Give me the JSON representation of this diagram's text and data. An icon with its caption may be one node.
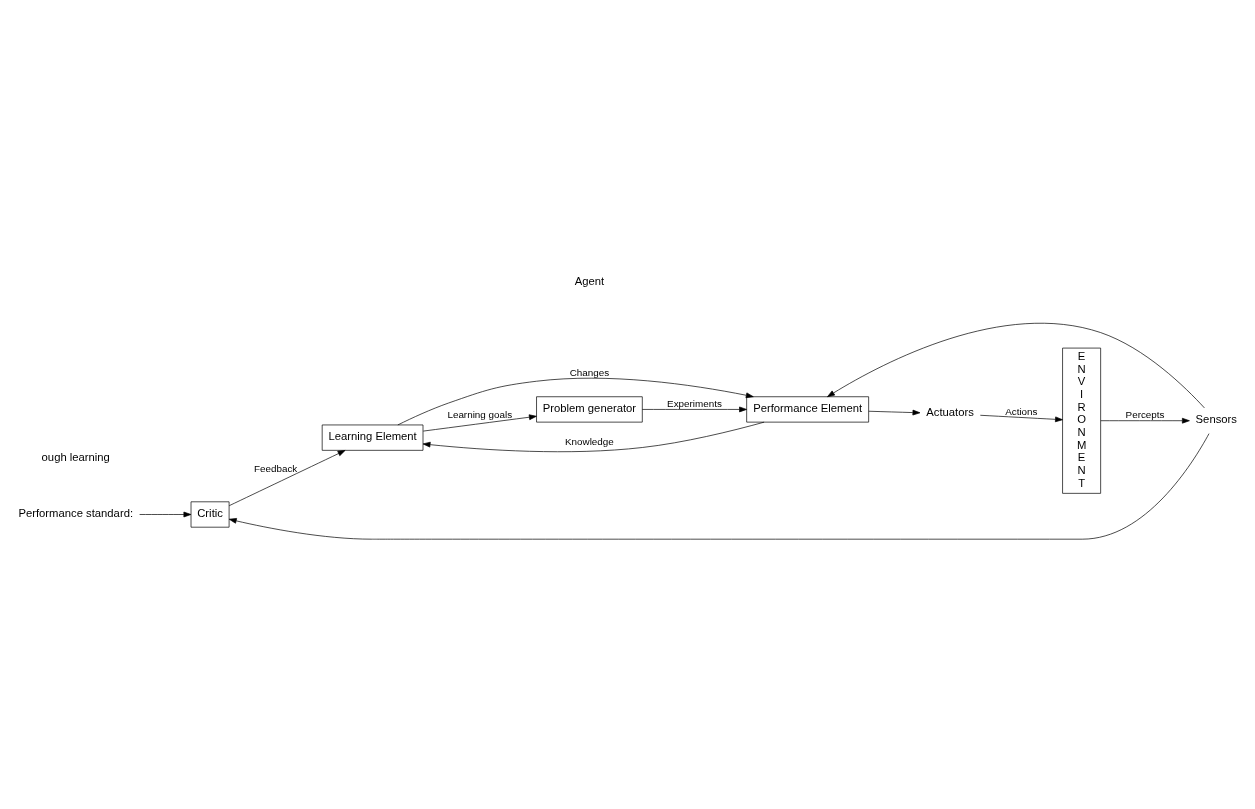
{
  "diagram": {
    "nodes": [
      {
        "text": [
          "Performance standard:"
        ]
      },
      {
        "text": [
          "Critic"
        ]
      },
      {
        "text": [
          "Sensors"
        ]
      },
      {
        "text": [
          "ENVIRONMENT"
        ]
      },
      {
        "text": [
          "Learning Element"
        ]
      },
      {
        "text": [
          "Performance Element"
        ]
      },
      {
        "text": [
          "Problem generator"
        ]
      },
      {
        "text": [
          "Actuators"
        ]
      }
    ],
    "edges": [
      {
        "from": 0,
        "to": 1,
        "arrow": "to"
      },
      {
        "from": 2,
        "to": 1,
        "arrow": "to"
      },
      {
        "from": 3,
        "to": 2,
        "arrow": "to",
        "label": "Percepts"
      },
      {
        "from": 1,
        "to": 4,
        "arrow": "to",
        "label": "Feedback"
      },
      {
        "from": 2,
        "to": 5,
        "arrow": "to"
      },
      {
        "from": 4,
        "to": 5,
        "arrow": "to",
        "label": "Changes"
      },
      {
        "from": 5,
        "to": 4,
        "arrow": "to",
        "label": "Knowledge"
      },
      {
        "from": 4,
        "to": 6,
        "arrow": "to",
        "label": "Learning goals"
      },
      {
        "from": 6,
        "to": 5,
        "arrow": "to",
        "label": "Experiments"
      },
      {
        "from": 5,
        "to": 7,
        "arrow": "to"
      },
      {
        "from": 7,
        "to": 3,
        "arrow": "to",
        "label": "Actions"
      }
    ],
    "labels": [
      "ough learning",
      "Agent"
    ]
  }
}
